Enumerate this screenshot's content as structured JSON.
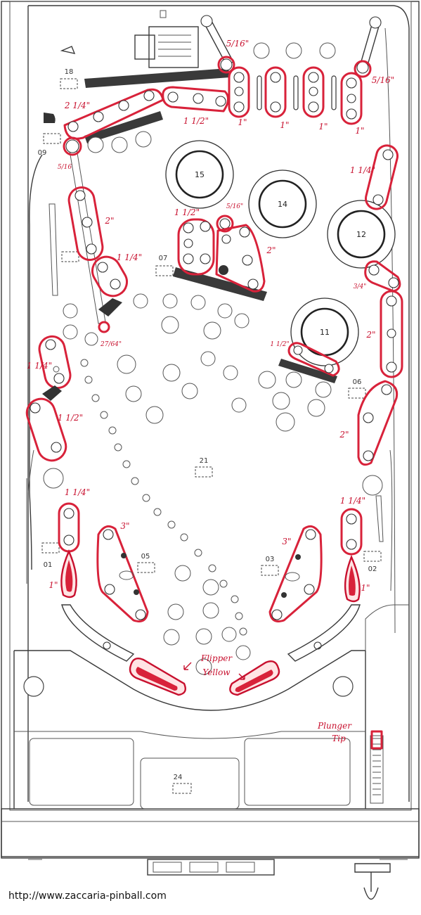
{
  "footer": {
    "url": "http://www.zaccaria-pinball.com"
  },
  "bumpers": [
    "15",
    "14",
    "12",
    "11"
  ],
  "switch_numbers": [
    "18",
    "09",
    "07",
    "06",
    "21",
    "01",
    "05",
    "03",
    "02",
    "24"
  ],
  "rubber_sizes": {
    "top_left_arm": "5/16\"",
    "top_right_arm": "5/16\"",
    "top_left_long": "2 1/4\"",
    "top_mid_long": "1 1/2\"",
    "lane1": "1\"",
    "lane2": "1\"",
    "lane3": "1\"",
    "lane4": "1\"",
    "left_post": "5/16",
    "right_top": "1 1/4\"",
    "left_mid_2": "2\"",
    "left_mid_114": "1 1/4\"",
    "center_112": "1 1/2\"",
    "center_516": "5/16\"",
    "center_2": "2\"",
    "right_34": "3/4\"",
    "right_2a": "2\"",
    "post_2764": "27/64\"",
    "bumper11_112": "1 1/2\"",
    "left_lower_114": "1 1/4\"",
    "left_lower_112": "1 1/2\"",
    "right_lower_2": "2\"",
    "left_inlane_114": "1 1/4\"",
    "right_inlane_114": "1 1/4\"",
    "left_sling": "3\"",
    "right_sling": "3\"",
    "left_guide": "1\"",
    "right_guide": "1\""
  },
  "labels": {
    "flipper_1": "Flipper",
    "flipper_2": "Yellow",
    "plunger_1": "Plunger",
    "plunger_2": "Tip"
  },
  "accent_color": "#d8223a"
}
